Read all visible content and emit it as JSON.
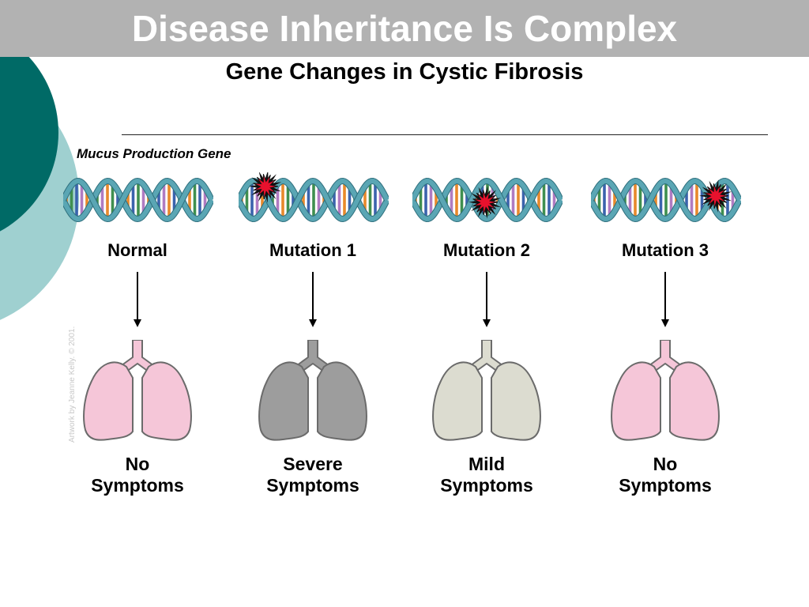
{
  "title": "Disease Inheritance Is Complex",
  "subtitle": "Gene Changes in Cystic Fibrosis",
  "gene_label": "Mucus Production Gene",
  "credit": "Artwork by Jeanne Kelly. © 2001.",
  "colors": {
    "title_bar": "#b2b2b2",
    "teal_dark": "#006a66",
    "teal_light": "#9fd0d0",
    "dna_strand": "#5aa6b4",
    "mutation_star": "#e8112d",
    "lung_pink": "#f5c6d8",
    "lung_gray": "#9d9d9d",
    "lung_pale": "#dcdcd0"
  },
  "columns": [
    {
      "label": "Normal",
      "outcome_line1": "No",
      "outcome_line2": "Symptoms",
      "lung_color": "#f5c6d8",
      "mutation_position": null
    },
    {
      "label": "Mutation 1",
      "outcome_line1": "Severe",
      "outcome_line2": "Symptoms",
      "lung_color": "#9d9d9d",
      "mutation_position": "start"
    },
    {
      "label": "Mutation 2",
      "outcome_line1": "Mild",
      "outcome_line2": "Symptoms",
      "lung_color": "#dcdcd0",
      "mutation_position": "middle"
    },
    {
      "label": "Mutation 3",
      "outcome_line1": "No",
      "outcome_line2": "Symptoms",
      "lung_color": "#f5c6d8",
      "mutation_position": "end"
    }
  ]
}
